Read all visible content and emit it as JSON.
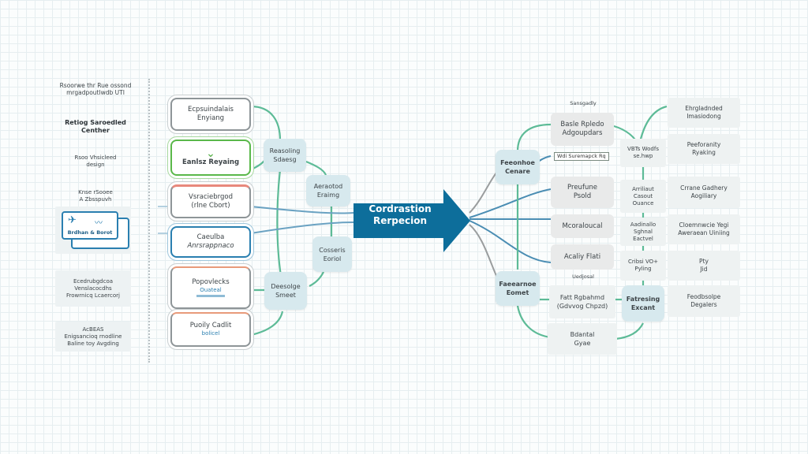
{
  "left_column": {
    "header": "Rsoorwe thr Rue ossond\nmrgadpoutlwdb UTI",
    "title": "Retiog Saroedled\nCenther",
    "subtitle": "Rsoo Vhsicleed\ndesign",
    "note": "Knse rSooee\nA Zbsspuvh",
    "badge": "Brdhan & Borot",
    "card1": "Ecedrubgdcoa\nVenslacocdhs\nFrowrnicq Lcaercorj",
    "card2": "AcBEAS\nEnigsancioq rnodline\nBaline toy Avgding"
  },
  "input_cards": [
    {
      "title": "Ecpsuindalais",
      "subtitle": "Enyiang",
      "style": "gray"
    },
    {
      "title": "Eanlsz Reyaing",
      "subtitle": "",
      "style": "green"
    },
    {
      "title": "Vsraciebrgod",
      "subtitle": "(rlne Cbort)",
      "style": "red-top"
    },
    {
      "title": "Caeulba",
      "subtitle": "Anrsrappnaco",
      "style": "blue"
    },
    {
      "title": "Popovlecks",
      "subtitle": "Ouateal",
      "style": "orange-top"
    },
    {
      "title": "Puoily Cadlit",
      "subtitle": "bolicel",
      "style": "orange-top"
    }
  ],
  "mid_nodes": [
    {
      "label": "Reasoling\nSdaesg"
    },
    {
      "label": "Aeraotod\nEraimg"
    },
    {
      "label": "Cosseris\nEoriol"
    },
    {
      "label": "Deesolge\nSmeet"
    }
  ],
  "central_arrow": {
    "label": "Cordrastion\nRerpecion",
    "color": "#0d6e9b"
  },
  "right_nodes": [
    {
      "label": "Feeonhoe\nCenare"
    },
    {
      "label": "Faeearnoe\nEomet"
    }
  ],
  "right_gray_boxes": [
    {
      "label": "Basle Rpledo\nAdgoupdars",
      "caption_above": "Sansgadly"
    },
    {
      "tag": "Wdi Suremapck Rq"
    },
    {
      "label": "Preufune\nPsold"
    },
    {
      "label": "Mcoraloucal"
    },
    {
      "label": "Acaliy Flati",
      "caption_below": "Uedjosal"
    },
    {
      "label": "Fatt Rgbahmd\n(Gdvvog Chpzd)"
    },
    {
      "label": "Bdantal\nGyae"
    }
  ],
  "far_right_left_col": [
    {
      "label": "VBTs Wodfs\nse.hwp"
    },
    {
      "label": "Arriliaut\nCasout\nOuance"
    },
    {
      "label": "Aadinallo\nSghnal\nEactvel"
    },
    {
      "label": "Cribsi VO+\nPyling"
    },
    {
      "label": "Fatresing\nExcant"
    }
  ],
  "far_right_right_col": [
    {
      "label": "Ehrgladnded\nImasiodong"
    },
    {
      "label": "Peeforanity\nRyaking"
    },
    {
      "label": "Crrane Gadhery\nAogiliary"
    },
    {
      "label": "Cloemnwcie Yegi\nAweraean Uiniing"
    },
    {
      "label": "Pty\nJid"
    },
    {
      "label": "Feodbsolpe\nDegalers"
    }
  ],
  "colors": {
    "arrow": "#0d6e9b",
    "green_link": "#5dbb97",
    "blue_link": "#4a8db3",
    "gray_link": "#9a9d9e",
    "node_fill": "#d7e9ee"
  }
}
